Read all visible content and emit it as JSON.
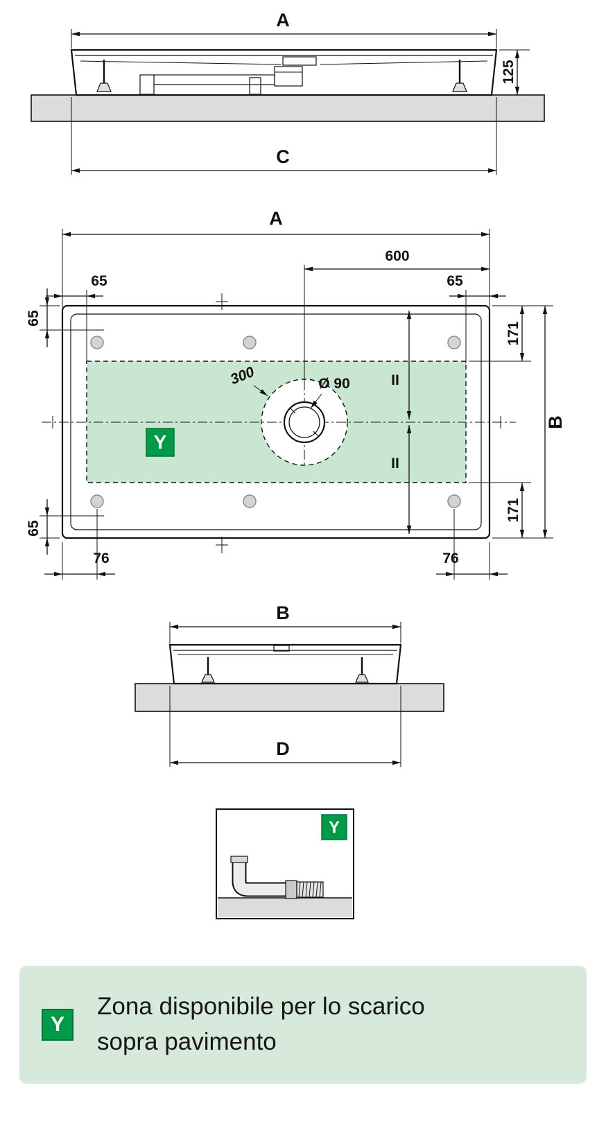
{
  "colors": {
    "accent_green": "#009A49",
    "legend_background": "#D7E9DA",
    "drain_zone_fill": "#C9E6D0",
    "floor_fill": "#DCDCDC",
    "line_color": "#111111"
  },
  "front_view": {
    "dim_width_top": "A",
    "dim_height": "125",
    "dim_width_bottom": "C"
  },
  "plan_view": {
    "dim_width_top": "A",
    "dim_drain_offset": "600",
    "dim_edge_offset": "65",
    "dim_zone_offset": "171",
    "dim_depth_right": "B",
    "dim_zone_radius": "300",
    "dim_drain_diameter": "Ø 90",
    "equal_mark": "II",
    "zone_badge": "Y",
    "dim_foot_offset": "76"
  },
  "side_view": {
    "dim_width_top": "B",
    "dim_width_bottom": "D"
  },
  "detail_view": {
    "zone_badge": "Y"
  },
  "legend": {
    "badge": "Y",
    "text_line1": "Zona disponibile per lo scarico",
    "text_line2": "sopra pavimento"
  }
}
